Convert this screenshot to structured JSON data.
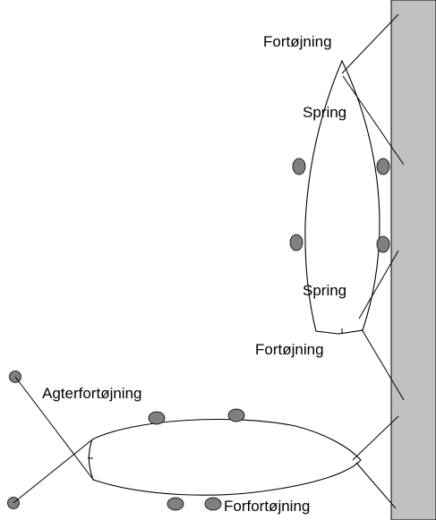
{
  "labels": {
    "upper_bow_line": "Fortøjning",
    "upper_spring_1": "Spring",
    "upper_spring_2": "Spring",
    "upper_stern_line": "Fortøjning",
    "lower_stern_line": "Agterfortøjning",
    "lower_bow_line": "Forfortøjning"
  },
  "colors": {
    "quay": "#c0c0c0",
    "fender": "#808080",
    "line": "#000000"
  }
}
